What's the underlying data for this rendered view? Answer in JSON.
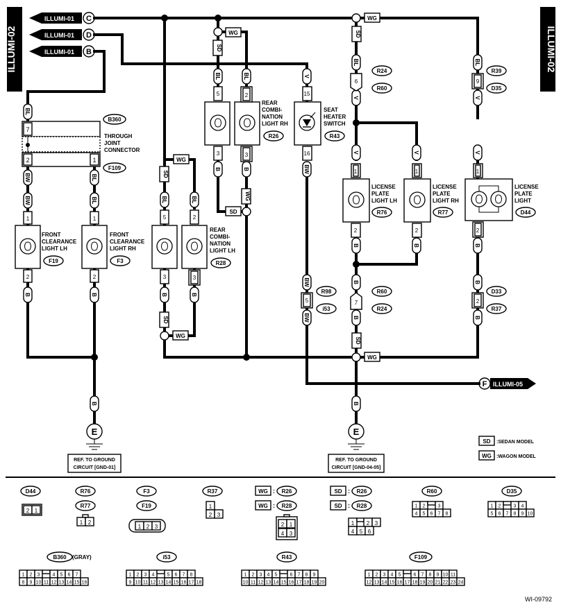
{
  "side_tag": "ILLUMI-02",
  "diagram_id": "WI-09792",
  "harness": {
    "c": "ILLUMI-01",
    "c_letter": "C",
    "d": "ILLUMI-01",
    "d_letter": "D",
    "b": "ILLUMI-01",
    "b_letter": "B",
    "f": "ILLUMI-05",
    "f_letter": "F"
  },
  "wire_colors": {
    "bl": "BL",
    "bw": "BW",
    "b": "B",
    "v": "V",
    "sd": "SD",
    "wg": "WG"
  },
  "components": {
    "through_joint": {
      "label": [
        "THROUGH",
        "JOINT",
        "CONNECTOR"
      ],
      "ref_top": "B360",
      "ref_bottom": "F109",
      "pin7": "7",
      "pin2": "2",
      "pin1": "1"
    },
    "front_lh": {
      "label": [
        "FRONT",
        "CLEARANCE",
        "LIGHT LH"
      ],
      "ref": "F19",
      "pin_a": "1",
      "pin_b": "2"
    },
    "front_rh": {
      "label": [
        "FRONT",
        "CLEARANCE",
        "LIGHT RH"
      ],
      "ref": "F3",
      "pin_a": "1",
      "pin_b": "2"
    },
    "rear_lh": {
      "label": [
        "REAR",
        "COMBI-",
        "NATION",
        "LIGHT LH"
      ],
      "ref": "R28",
      "pin_sd_a": "5",
      "pin_sd_b": "3",
      "pin_wg_a": "2",
      "pin_wg_b": "3"
    },
    "rear_rh": {
      "label": [
        "REAR",
        "COMBI-",
        "NATION",
        "LIGHT RH"
      ],
      "ref": "R26",
      "pin_sd_a": "5",
      "pin_sd_b": "3",
      "pin_wg_a": "2",
      "pin_wg_b": "3"
    },
    "seat_heater": {
      "label": [
        "SEAT",
        "HEATER",
        "SWITCH"
      ],
      "ref": "R43",
      "pin_a": "15",
      "pin_b": "16"
    },
    "lic_lh": {
      "label": [
        "LICENSE",
        "PLATE",
        "LIGHT LH"
      ],
      "ref": "R76",
      "pin_a": "1",
      "pin_b": "2"
    },
    "lic_rh": {
      "label": [
        "LICENSE",
        "PLATE",
        "LIGHT RH"
      ],
      "ref": "R77",
      "pin_a": "1",
      "pin_b": "2"
    },
    "lic": {
      "label": [
        "LICENSE",
        "PLATE",
        "LIGHT"
      ],
      "ref": "D44",
      "pin_a": "1",
      "pin_b": "2"
    },
    "conn_r24_r60": {
      "ref_top": "R24",
      "ref_bottom": "R60",
      "pin": "6"
    },
    "conn_r39_d35": {
      "ref_top": "R39",
      "ref_bottom": "D35",
      "pin": "9"
    },
    "conn_r98_i53": {
      "ref_top": "R98",
      "ref_bottom": "i53",
      "pin": "5"
    },
    "conn_r60_r24": {
      "ref_top": "R60",
      "ref_bottom": "R24",
      "pin": "7"
    },
    "conn_d33_r37": {
      "ref_top": "D33",
      "ref_bottom": "R37",
      "pin": "2"
    }
  },
  "ground": {
    "symbol": "E",
    "left": [
      "REF. TO GROUND",
      "CIRCUIT [GND-01]"
    ],
    "right": [
      "REF. TO GROUND",
      "CIRCUIT [GND-04-05]"
    ]
  },
  "legend": {
    "sd_code": "SD",
    "sd_text": ":SEDAN MODEL",
    "wg_code": "WG",
    "wg_text": ":WAGON MODEL"
  },
  "pinouts": {
    "d44": {
      "ref": "D44",
      "pins": [
        "2",
        "1"
      ]
    },
    "r76_r77": {
      "ref_a": "R76",
      "ref_b": "R77",
      "pins": [
        "1",
        "2"
      ]
    },
    "f3_f19": {
      "ref_a": "F3",
      "ref_b": "F19",
      "pins": [
        "1",
        "2",
        "3"
      ]
    },
    "r37": {
      "ref": "R37",
      "pins": [
        "1",
        "2",
        "3"
      ]
    },
    "wg": {
      "code": "WG",
      "ref_a": "R26",
      "ref_b": "R28",
      "sep": ":",
      "pins": [
        "2",
        "1",
        "4",
        "3"
      ]
    },
    "sd": {
      "code": "SD",
      "ref_a": "R26",
      "ref_b": "R28",
      "sep": ":",
      "pins": [
        "1",
        "2",
        "3",
        "4",
        "5",
        "6"
      ]
    },
    "r60": {
      "ref": "R60",
      "pins": [
        "1",
        "2",
        "3",
        "4",
        "5",
        "6",
        "7",
        "8"
      ]
    },
    "d35": {
      "ref": "D35",
      "pins": [
        "1",
        "2",
        "3",
        "4",
        "5",
        "6",
        "7",
        "8",
        "9",
        "10"
      ]
    },
    "b360": {
      "ref": "B360",
      "note": "(GRAY)",
      "row1": [
        "1",
        "2",
        "3",
        "4",
        "5",
        "6",
        "7"
      ],
      "row2": [
        "8",
        "9",
        "10",
        "11",
        "12",
        "13",
        "14",
        "15",
        "16"
      ]
    },
    "i53": {
      "ref": "i53",
      "row1": [
        "1",
        "2",
        "3",
        "4",
        "5",
        "6",
        "7",
        "8"
      ],
      "row2": [
        "9",
        "10",
        "11",
        "12",
        "13",
        "14",
        "15",
        "16",
        "17",
        "18"
      ]
    },
    "r43": {
      "ref": "R43",
      "row1": [
        "1",
        "2",
        "3",
        "4",
        "5",
        "6",
        "7",
        "8",
        "9"
      ],
      "row2": [
        "10",
        "11",
        "12",
        "13",
        "14",
        "15",
        "16",
        "17",
        "18",
        "19",
        "20"
      ]
    },
    "f109": {
      "ref": "F109",
      "row1": [
        "1",
        "2",
        "3",
        "4",
        "5",
        "6",
        "7",
        "8",
        "9",
        "10",
        "11"
      ],
      "row2": [
        "12",
        "13",
        "14",
        "15",
        "16",
        "17",
        "18",
        "19",
        "20",
        "21",
        "22",
        "23",
        "24"
      ]
    }
  }
}
